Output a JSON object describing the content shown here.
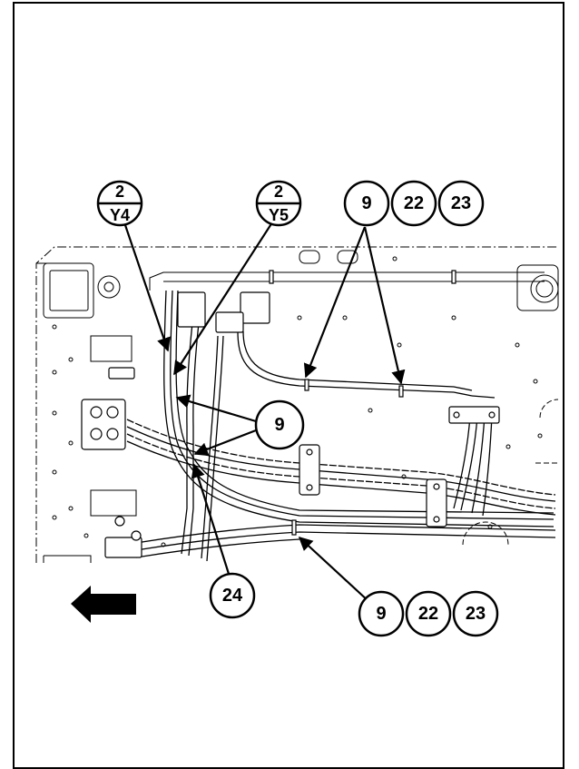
{
  "callouts": {
    "y4": {
      "top": "2",
      "bottom": "Y4"
    },
    "y5": {
      "top": "2",
      "bottom": "Y5"
    },
    "top_right": [
      "9",
      "22",
      "23"
    ],
    "mid": "9",
    "bottom_left": "24",
    "bottom_right": [
      "9",
      "22",
      "23"
    ]
  },
  "icons": {
    "direction_arrow": "arrow-left-icon"
  },
  "colors": {
    "line": "#000000",
    "background": "#ffffff"
  }
}
